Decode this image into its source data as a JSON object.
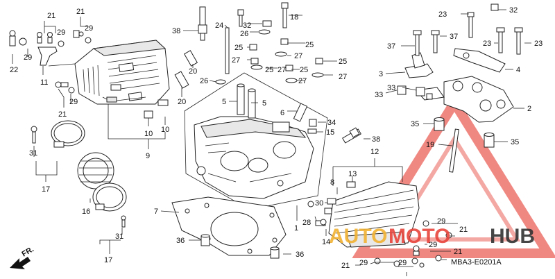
{
  "diagram_code": "MBA3-E0201A",
  "direction_label": "FR.",
  "watermark": {
    "text_a": "AUTO",
    "text_b": "MOTO",
    "text_c": "HUB",
    "color_red": "#e8453c",
    "color_orange": "#f2b233",
    "color_dark": "#333333"
  },
  "callouts": [
    {
      "id": "c21a",
      "text": "21"
    },
    {
      "id": "c21b",
      "text": "21"
    },
    {
      "id": "c29a",
      "text": "29"
    },
    {
      "id": "c29b",
      "text": "29"
    },
    {
      "id": "c22",
      "text": "22"
    },
    {
      "id": "c29c",
      "text": "29"
    },
    {
      "id": "c11",
      "text": "11"
    },
    {
      "id": "c21c",
      "text": "21"
    },
    {
      "id": "c29d",
      "text": "29"
    },
    {
      "id": "c31a",
      "text": "31"
    },
    {
      "id": "c17a",
      "text": "17"
    },
    {
      "id": "c16",
      "text": "16"
    },
    {
      "id": "c31b",
      "text": "31"
    },
    {
      "id": "c17b",
      "text": "17"
    },
    {
      "id": "c10a",
      "text": "10"
    },
    {
      "id": "c10b",
      "text": "10"
    },
    {
      "id": "c9",
      "text": "9"
    },
    {
      "id": "c20a",
      "text": "20"
    },
    {
      "id": "c20b",
      "text": "20"
    },
    {
      "id": "c38a",
      "text": "38"
    },
    {
      "id": "c24",
      "text": "24"
    },
    {
      "id": "c32a",
      "text": "32"
    },
    {
      "id": "c26a",
      "text": "26"
    },
    {
      "id": "c18",
      "text": "18"
    },
    {
      "id": "c25a",
      "text": "25"
    },
    {
      "id": "c27a",
      "text": "27"
    },
    {
      "id": "c25b",
      "text": "25"
    },
    {
      "id": "c27b",
      "text": "27"
    },
    {
      "id": "c25c",
      "text": "25"
    },
    {
      "id": "c27c",
      "text": "27"
    },
    {
      "id": "c25d",
      "text": "25"
    },
    {
      "id": "c27d",
      "text": "27"
    },
    {
      "id": "c25e",
      "text": "25"
    },
    {
      "id": "c27e",
      "text": "27"
    },
    {
      "id": "c26b",
      "text": "26"
    },
    {
      "id": "c5a",
      "text": "5"
    },
    {
      "id": "c5b",
      "text": "5"
    },
    {
      "id": "c6",
      "text": "6"
    },
    {
      "id": "c34",
      "text": "34"
    },
    {
      "id": "c15",
      "text": "15"
    },
    {
      "id": "c38b",
      "text": "38"
    },
    {
      "id": "c23a",
      "text": "23"
    },
    {
      "id": "c32b",
      "text": "32"
    },
    {
      "id": "c37a",
      "text": "37"
    },
    {
      "id": "c37b",
      "text": "37"
    },
    {
      "id": "c23b",
      "text": "23"
    },
    {
      "id": "c23c",
      "text": "23"
    },
    {
      "id": "c3",
      "text": "3"
    },
    {
      "id": "c4",
      "text": "4"
    },
    {
      "id": "c33a",
      "text": "33"
    },
    {
      "id": "c33b",
      "text": "33"
    },
    {
      "id": "c2",
      "text": "2"
    },
    {
      "id": "c35a",
      "text": "35"
    },
    {
      "id": "c19",
      "text": "19"
    },
    {
      "id": "c35b",
      "text": "35"
    },
    {
      "id": "c12",
      "text": "12"
    },
    {
      "id": "c13",
      "text": "13"
    },
    {
      "id": "c8",
      "text": "8"
    },
    {
      "id": "c30",
      "text": "30"
    },
    {
      "id": "c28",
      "text": "28"
    },
    {
      "id": "c14",
      "text": "14"
    },
    {
      "id": "c7",
      "text": "7"
    },
    {
      "id": "c1",
      "text": "1"
    },
    {
      "id": "c36a",
      "text": "36"
    },
    {
      "id": "c36b",
      "text": "36"
    },
    {
      "id": "c29e",
      "text": "29"
    },
    {
      "id": "c21d",
      "text": "21"
    },
    {
      "id": "c29f",
      "text": "29"
    },
    {
      "id": "c21e",
      "text": "21"
    },
    {
      "id": "c21f",
      "text": "21"
    },
    {
      "id": "c29g",
      "text": "29"
    },
    {
      "id": "c29h",
      "text": "29"
    }
  ]
}
